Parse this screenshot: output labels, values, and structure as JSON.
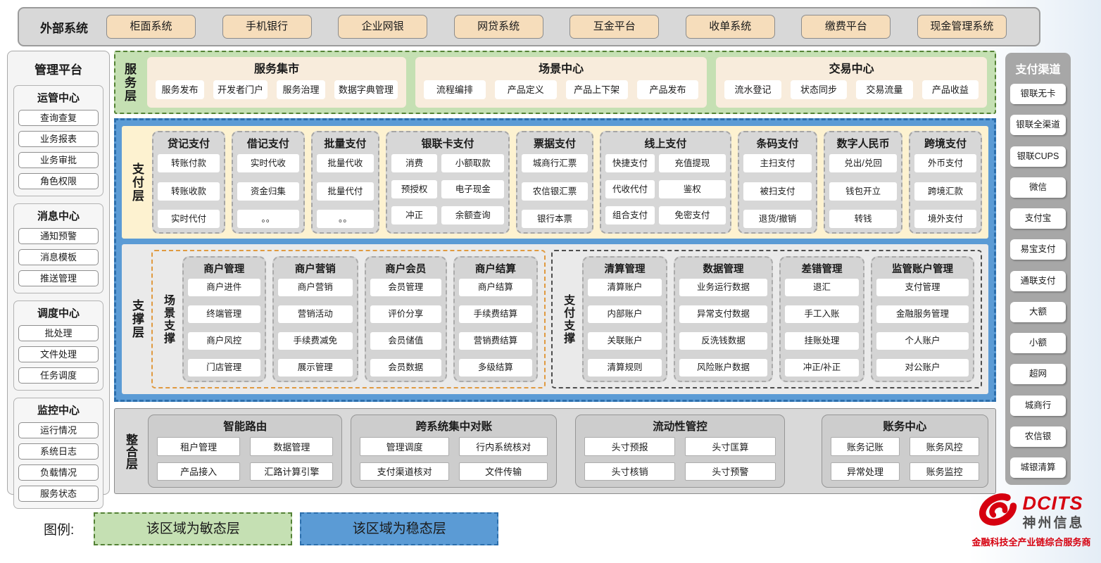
{
  "external": {
    "label": "外部系统",
    "systems": [
      "柜面系统",
      "手机银行",
      "企业网银",
      "网贷系统",
      "互金平台",
      "收单系统",
      "缴费平台",
      "现金管理系统"
    ]
  },
  "management": {
    "title": "管理平台",
    "groups": [
      {
        "title": "运管中心",
        "items": [
          "查询查复",
          "业务报表",
          "业务审批",
          "角色权限"
        ]
      },
      {
        "title": "消息中心",
        "items": [
          "通知预警",
          "消息模板",
          "推送管理"
        ]
      },
      {
        "title": "调度中心",
        "items": [
          "批处理",
          "文件处理",
          "任务调度"
        ]
      },
      {
        "title": "监控中心",
        "items": [
          "运行情况",
          "系统日志",
          "负载情况",
          "服务状态"
        ]
      }
    ]
  },
  "service_layer": {
    "label": "服务层",
    "centers": [
      {
        "title": "服务集市",
        "items": [
          "服务发布",
          "开发者门户",
          "服务治理",
          "数据字典管理"
        ]
      },
      {
        "title": "场景中心",
        "items": [
          "流程编排",
          "产品定义",
          "产品上下架",
          "产品发布"
        ]
      },
      {
        "title": "交易中心",
        "items": [
          "流水登记",
          "状态同步",
          "交易流量",
          "产品收益"
        ]
      }
    ]
  },
  "payment_layer": {
    "label": "支付层",
    "columns": [
      {
        "title": "贷记支付",
        "items": [
          "转账付款",
          "转账收款",
          "实时代付"
        ]
      },
      {
        "title": "借记支付",
        "items": [
          "实时代收",
          "资金归集",
          "。。"
        ]
      },
      {
        "title": "批量支付",
        "items": [
          "批量代收",
          "批量代付",
          "。。"
        ]
      },
      {
        "title": "银联卡支付",
        "items": [
          "消费",
          "小额取款",
          "预授权",
          "电子现金",
          "冲正",
          "余额查询"
        ]
      },
      {
        "title": "票据支付",
        "items": [
          "城商行汇票",
          "农信银汇票",
          "银行本票"
        ]
      },
      {
        "title": "线上支付",
        "items": [
          "快捷支付",
          "充值提现",
          "代收代付",
          "鉴权",
          "组合支付",
          "免密支付"
        ]
      },
      {
        "title": "条码支付",
        "items": [
          "主扫支付",
          "被扫支付",
          "退货/撤销"
        ]
      },
      {
        "title": "数字人民币",
        "items": [
          "兑出/兑回",
          "钱包开立",
          "转钱"
        ]
      },
      {
        "title": "跨境支付",
        "items": [
          "外币支付",
          "跨境汇款",
          "境外支付"
        ]
      }
    ]
  },
  "support_layer": {
    "label": "支撑层",
    "groups": [
      {
        "label": "场景支撑",
        "columns": [
          {
            "title": "商户管理",
            "items": [
              "商户进件",
              "终端管理",
              "商户风控",
              "门店管理"
            ]
          },
          {
            "title": "商户营销",
            "items": [
              "商户营销",
              "营销活动",
              "手续费减免",
              "展示管理"
            ]
          },
          {
            "title": "商户会员",
            "items": [
              "会员管理",
              "评价分享",
              "会员储值",
              "会员数据"
            ]
          },
          {
            "title": "商户结算",
            "items": [
              "商户结算",
              "手续费结算",
              "营销费结算",
              "多级结算"
            ]
          }
        ]
      },
      {
        "label": "支付支撑",
        "columns": [
          {
            "title": "清算管理",
            "items": [
              "清算账户",
              "内部账户",
              "关联账户",
              "清算规则"
            ]
          },
          {
            "title": "数据管理",
            "items": [
              "业务运行数据",
              "异常支付数据",
              "反洗钱数据",
              "风险账户数据"
            ]
          },
          {
            "title": "差错管理",
            "items": [
              "退汇",
              "手工入账",
              "挂账处理",
              "冲正/补正"
            ]
          },
          {
            "title": "监管账户管理",
            "items": [
              "支付管理",
              "金融服务管理",
              "个人账户",
              "对公账户"
            ]
          }
        ]
      }
    ]
  },
  "integration_layer": {
    "label": "整合层",
    "modules": [
      {
        "title": "智能路由",
        "items": [
          "租户管理",
          "数据管理",
          "产品接入",
          "汇路计算引擎"
        ]
      },
      {
        "title": "跨系统集中对账",
        "items": [
          "管理调度",
          "行内系统核对",
          "支付渠道核对",
          "文件传输"
        ]
      },
      {
        "title": "流动性管控",
        "items": [
          "头寸预报",
          "头寸匡算",
          "头寸核销",
          "头寸预警"
        ]
      },
      {
        "title": "账务中心",
        "items": [
          "账务记账",
          "账务风控",
          "异常处理",
          "账务监控"
        ]
      }
    ]
  },
  "channels": {
    "title": "支付渠道",
    "items": [
      "银联无卡",
      "银联全渠道",
      "银联CUPS",
      "微信",
      "支付宝",
      "易宝支付",
      "通联支付",
      "大额",
      "小额",
      "超网",
      "城商行",
      "农信银",
      "城银清算"
    ]
  },
  "legend": {
    "label": "图例:",
    "agile_label": "该区域为敏态层",
    "stable_label": "该区域为稳态层"
  },
  "logo": {
    "brand": "DCITS",
    "company": "神州信息",
    "tagline": "金融科技全产业链综合服务商"
  },
  "colors": {
    "agile_green": "#c5e0b3",
    "agile_green_border": "#548235",
    "stable_blue": "#5b9bd5",
    "stable_blue_border": "#2c6fad",
    "external_button_tan": "#f6ddbb",
    "payment_cream": "#fdf2d0",
    "scene_support_orange_border": "#e09a40",
    "logo_red": "#d6000f"
  }
}
